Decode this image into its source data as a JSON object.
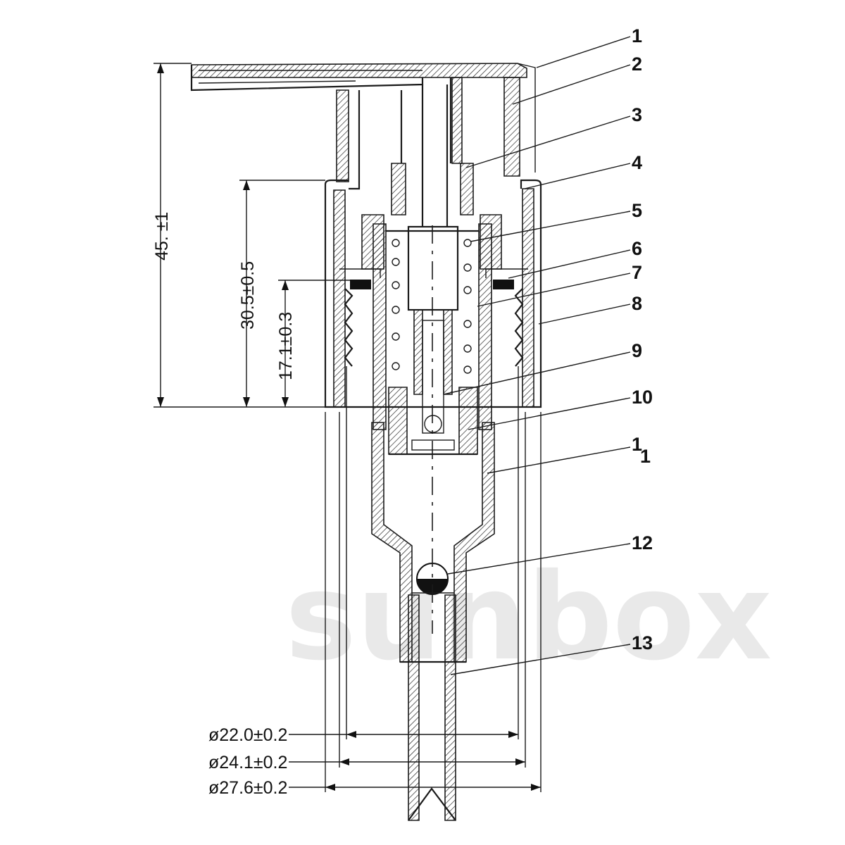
{
  "watermark": "sunbox",
  "part_labels": [
    "1",
    "2",
    "3",
    "4",
    "5",
    "6",
    "7",
    "8",
    "9",
    "10",
    "1",
    "1",
    "12",
    "13"
  ],
  "dimensions": {
    "height_total": "45. ±1",
    "height_closure": "30.5±0.5",
    "height_thread": "17.1±0.3",
    "dia_thread_root": "ø22.0±0.2",
    "dia_thread_crest": "ø24.1±0.2",
    "dia_outer": "ø27.6±0.2"
  }
}
